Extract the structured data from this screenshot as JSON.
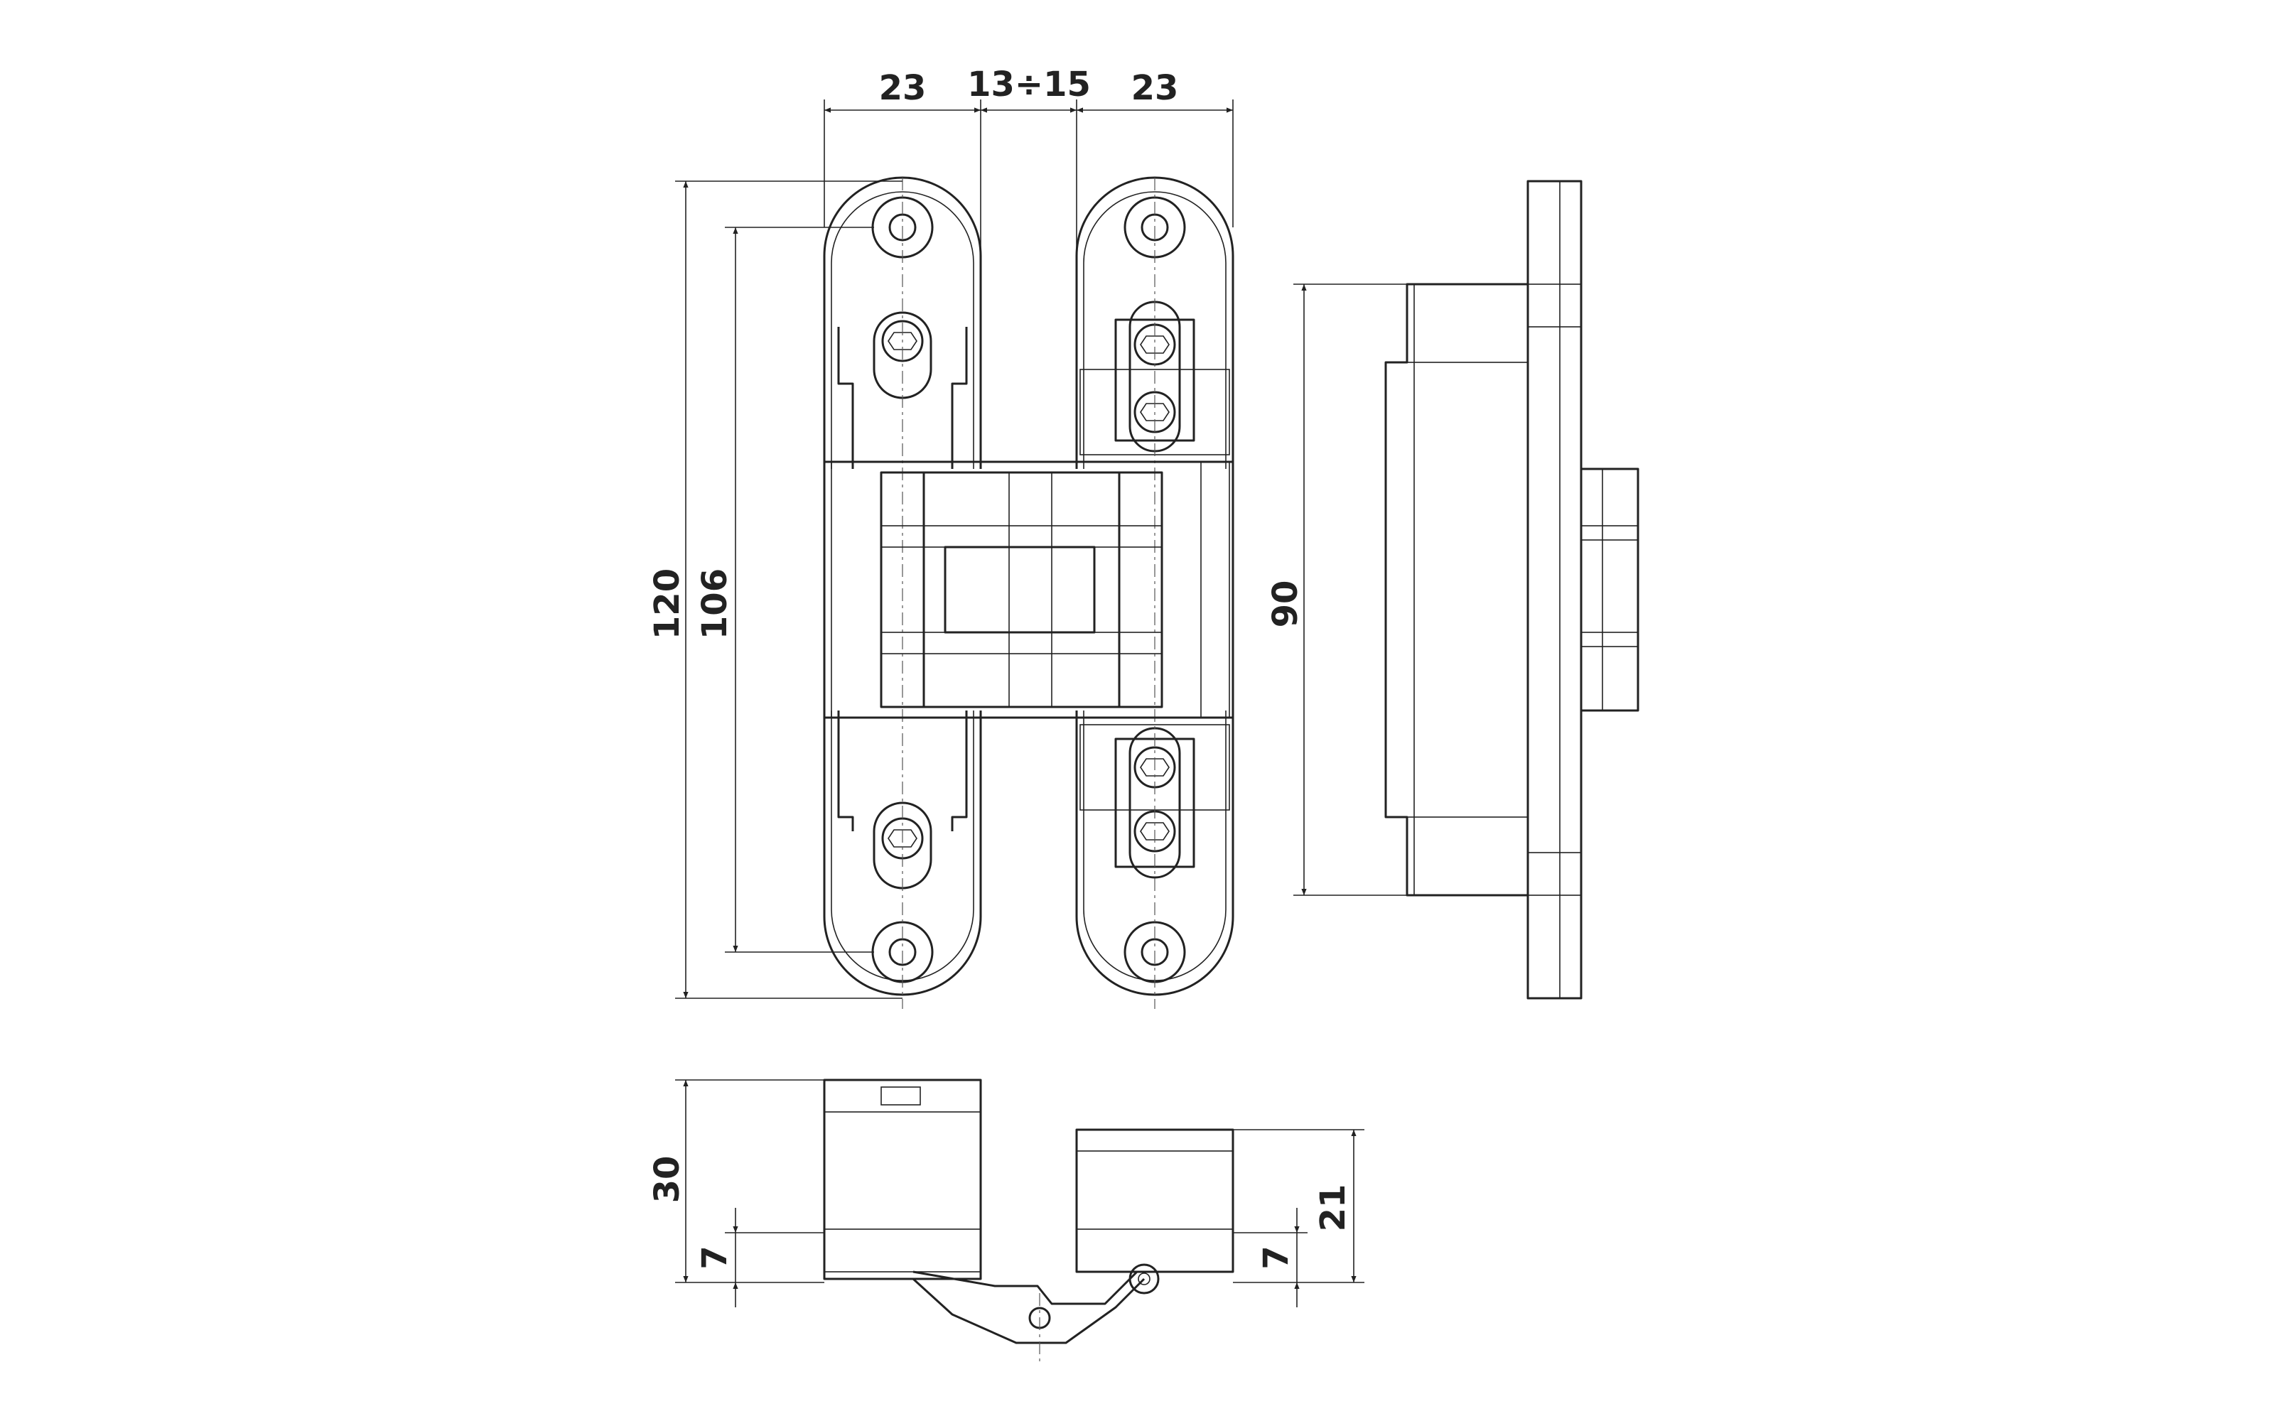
{
  "drawing": {
    "units": "mm",
    "front_view": {
      "dim_leaf_width_left": "23",
      "dim_gap": "13÷15",
      "dim_leaf_width_right": "23",
      "dim_total_height": "120",
      "dim_screw_spacing": "106"
    },
    "side_view": {
      "dim_body_height": "90"
    },
    "bottom_view": {
      "dim_left_depth": "30",
      "dim_left_offset": "7",
      "dim_right_offset": "7",
      "dim_right_depth": "21"
    }
  },
  "colors": {
    "line": "#222222",
    "background": "#ffffff"
  }
}
